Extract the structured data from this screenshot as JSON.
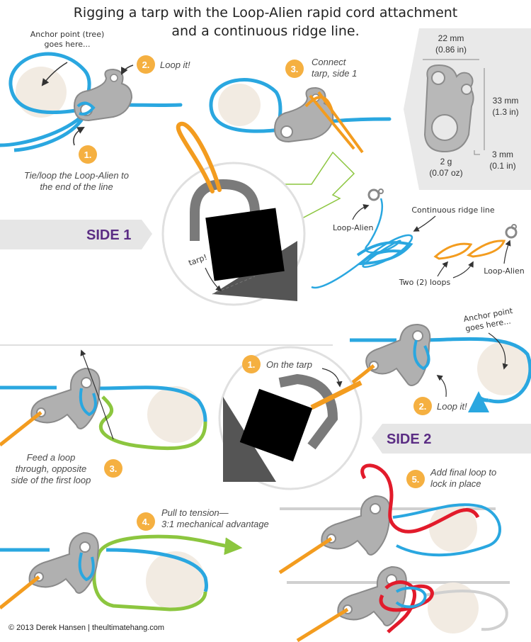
{
  "title": {
    "line1": "Rigging a tarp with the Loop-Alien rapid cord attachment",
    "line2": "and a continuous ridge line."
  },
  "side1": {
    "label": "SIDE 1",
    "anchor_note_line1": "Anchor point (tree)",
    "anchor_note_line2": "goes here...",
    "step1_number": "1.",
    "step1_text_line1": "Tie/loop the Loop-Alien to",
    "step1_text_line2": "the end of the line",
    "step2_number": "2.",
    "step2_text": "Loop it!",
    "step3_number": "3.",
    "step3_text_line1": "Connect",
    "step3_text_line2": "tarp, side 1",
    "tarp_note": "tarp!"
  },
  "specs": {
    "width": "22 mm",
    "width_in": "(0.86 in)",
    "height": "33 mm",
    "height_in": "(1.3 in)",
    "weight": "2 g",
    "weight_oz": "(0.07 oz)",
    "thickness": "3 mm",
    "thickness_in": "(0.1 in)"
  },
  "kit": {
    "ridge_line_note": "Continuous ridge line",
    "loop_alien_left": "Loop-Alien",
    "loop_alien_right": "Loop-Alien",
    "two_loops": "Two (2) loops"
  },
  "side2": {
    "label": "SIDE 2",
    "anchor_note_line1": "Anchor point",
    "anchor_note_line2": "goes here...",
    "step1_number": "1.",
    "step1_text": "On the tarp",
    "step2_number": "2.",
    "step2_text": "Loop it!",
    "step3_number": "3.",
    "step3_text_line1": "Feed a loop",
    "step3_text_line2": "through, opposite",
    "step3_text_line3": "side of the first loop",
    "step4_number": "4.",
    "step4_text_line1": "Pull to tension—",
    "step4_text_line2": "3:1 mechanical advantage",
    "step5_number": "5.",
    "step5_text_line1": "Add final loop to",
    "step5_text_line2": "lock in place"
  },
  "credit": "© 2013 Derek Hansen  |  theultimatehang.com",
  "colors": {
    "blue": "#2aa7e0",
    "orange": "#f39c1f",
    "green": "#8cc63f",
    "red": "#e21b2b",
    "metal": "#9a9a9a",
    "tree": "#f2ebe2",
    "badge": "#f5b041",
    "purple": "#5b2d84",
    "banner": "#e6e6e6"
  }
}
